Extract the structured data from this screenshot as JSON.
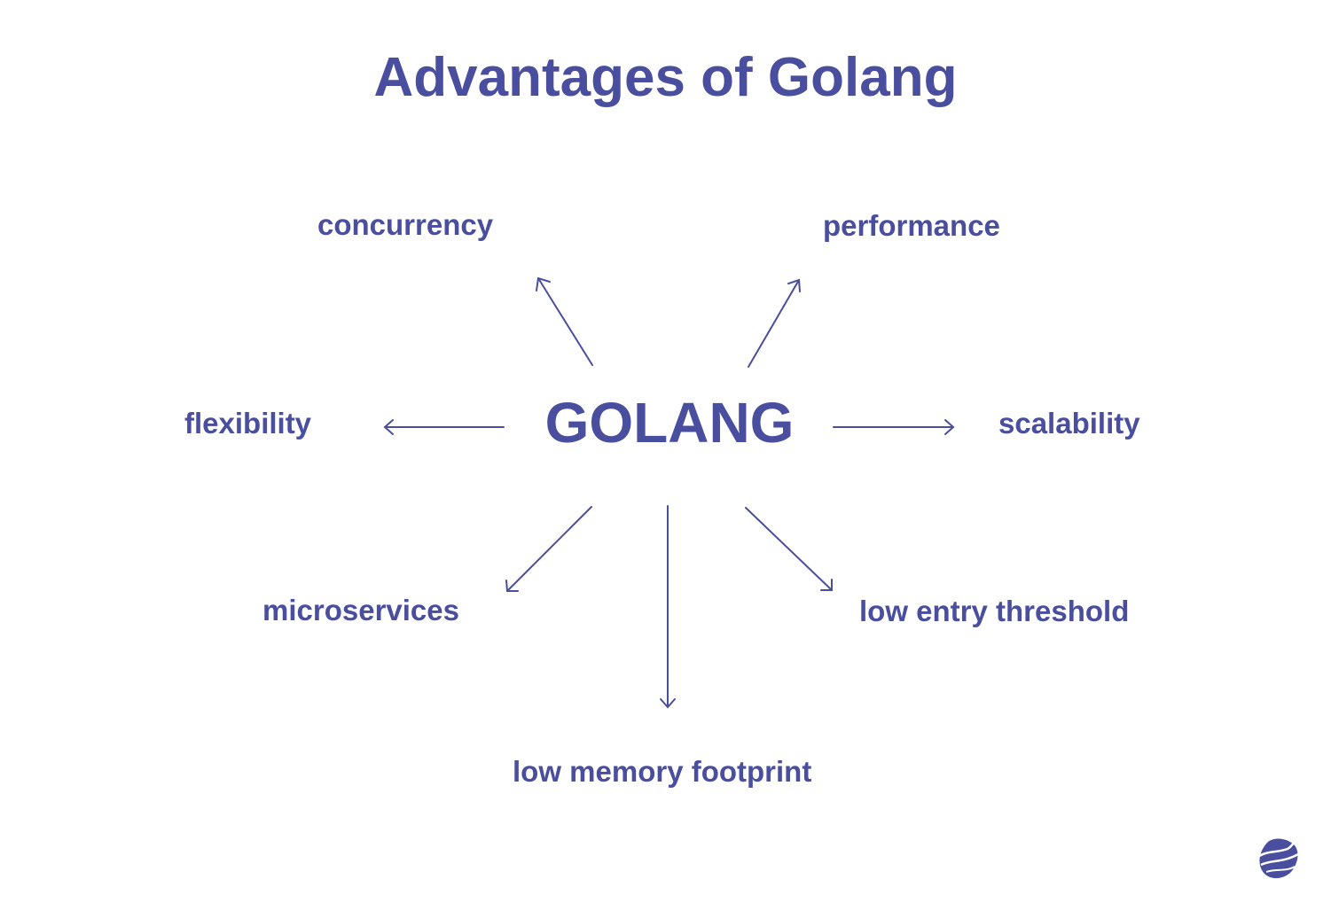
{
  "title": "Advantages of Golang",
  "center": "GOLANG",
  "colors": {
    "primary": "#4a4e9f",
    "background": "#ffffff"
  },
  "advantages": [
    {
      "label": "concurrency",
      "direction": "up-left"
    },
    {
      "label": "performance",
      "direction": "up-right"
    },
    {
      "label": "flexibility",
      "direction": "left"
    },
    {
      "label": "scalability",
      "direction": "right"
    },
    {
      "label": "microservices",
      "direction": "down-left"
    },
    {
      "label": "low entry threshold",
      "direction": "down-right"
    },
    {
      "label": "low memory footprint",
      "direction": "down"
    }
  ],
  "logo": "company-logo-icon"
}
